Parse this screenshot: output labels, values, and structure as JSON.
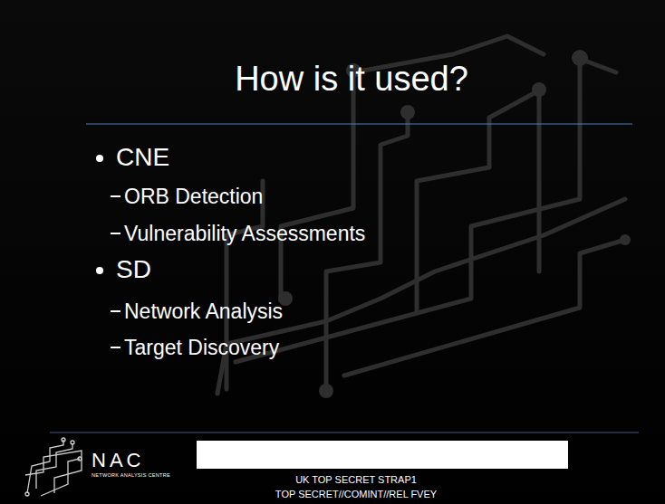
{
  "diagram": {
    "title": "How is it used?",
    "labels": [
      "CNE",
      "ORB Detection",
      "Vulnerability Assessments",
      "SD",
      "Network Analysis",
      "Target Discovery",
      "NAC",
      "NETWORK ANALYSIS CENTRE",
      "UK TOP SECRET STRAP1",
      "TOP SECRET//COMINT//REL FVEY"
    ]
  }
}
